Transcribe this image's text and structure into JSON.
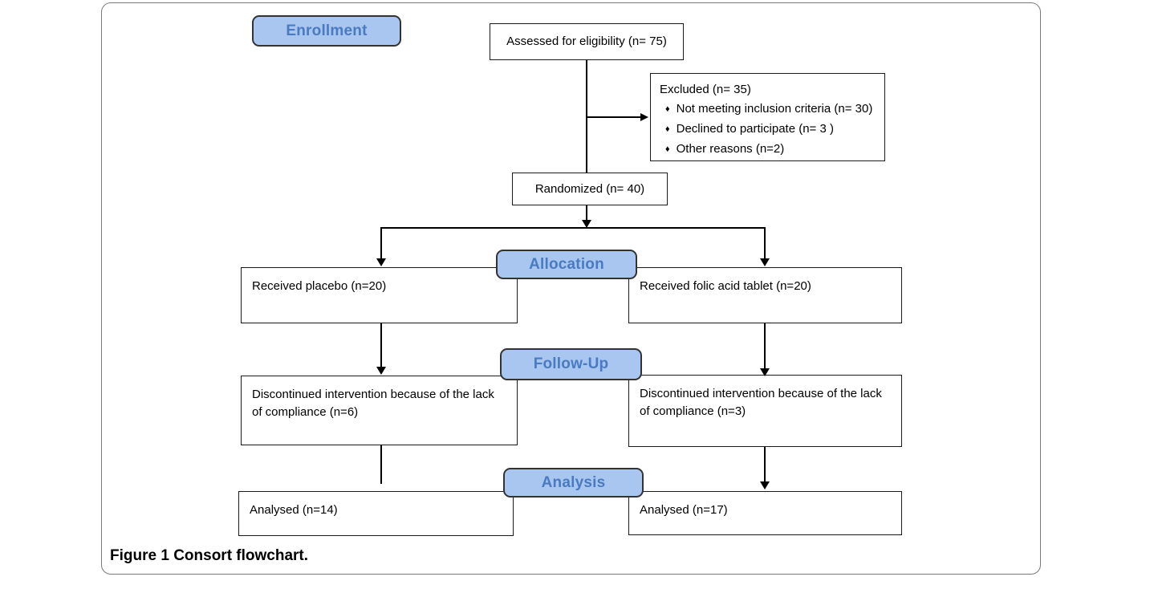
{
  "figure_caption": {
    "label": "Figure 1",
    "text": "Consort flowchart."
  },
  "stage_labels": {
    "enrollment": "Enrollment",
    "allocation": "Allocation",
    "follow_up": "Follow-Up",
    "analysis": "Analysis"
  },
  "nodes": {
    "assessed": "Assessed for eligibility (n= 75)",
    "excluded": {
      "title": "Excluded (n= 35)",
      "items": [
        "Not meeting inclusion criteria (n= 30)",
        "Declined to participate (n= 3 )",
        "Other reasons (n=2)"
      ]
    },
    "randomized": "Randomized (n= 40)",
    "allocation_left": "Received placebo (n=20)",
    "allocation_right": "Received folic acid tablet (n=20)",
    "followup_left": "Discontinued intervention because of the lack of compliance (n=6)",
    "followup_right": "Discontinued intervention because of the lack of compliance (n=3)",
    "analysis_left": "Analysed (n=14)",
    "analysis_right": "Analysed (n=17)"
  },
  "glyphs": {
    "bullet": "♦"
  },
  "colors": {
    "stage_fill": "#a9c6f1",
    "stage_text": "#4a7abf",
    "stage_border": "#333333",
    "box_border": "#1a1a1a",
    "flow_line": "#000000",
    "panel_border": "#7a7a7a"
  }
}
